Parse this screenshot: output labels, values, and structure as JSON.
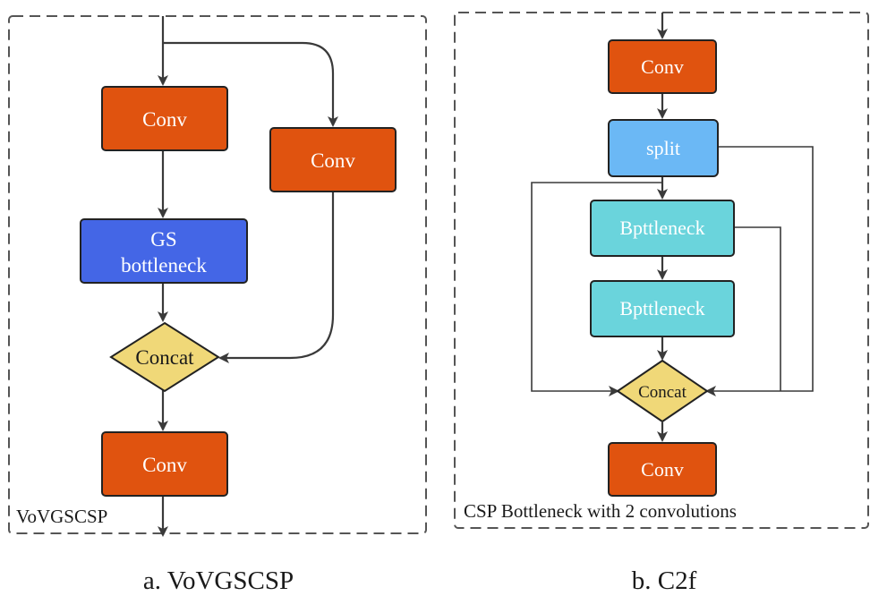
{
  "panel_a": {
    "label": "VoVGSCSP",
    "caption": "a. VoVGSCSP",
    "nodes": {
      "conv_top": "Conv",
      "conv_side": "Conv",
      "gs_line1": "GS",
      "gs_line2": "bottleneck",
      "concat": "Concat",
      "conv_bottom": "Conv"
    }
  },
  "panel_b": {
    "label": "CSP Bottleneck with 2 convolutions",
    "caption": "b. C2f",
    "nodes": {
      "conv_top": "Conv",
      "split": "split",
      "bottleneck1": "Bpttleneck",
      "bottleneck2": "Bpttleneck",
      "concat": "Concat",
      "conv_bottom": "Conv"
    }
  },
  "colors": {
    "conv": "#e0530f",
    "gs_bottleneck": "#4466e6",
    "concat": "#f0d878",
    "split": "#6bb8f5",
    "bottleneck": "#6ad4dc",
    "border": "#222222",
    "dashed_frame": "#555555"
  }
}
